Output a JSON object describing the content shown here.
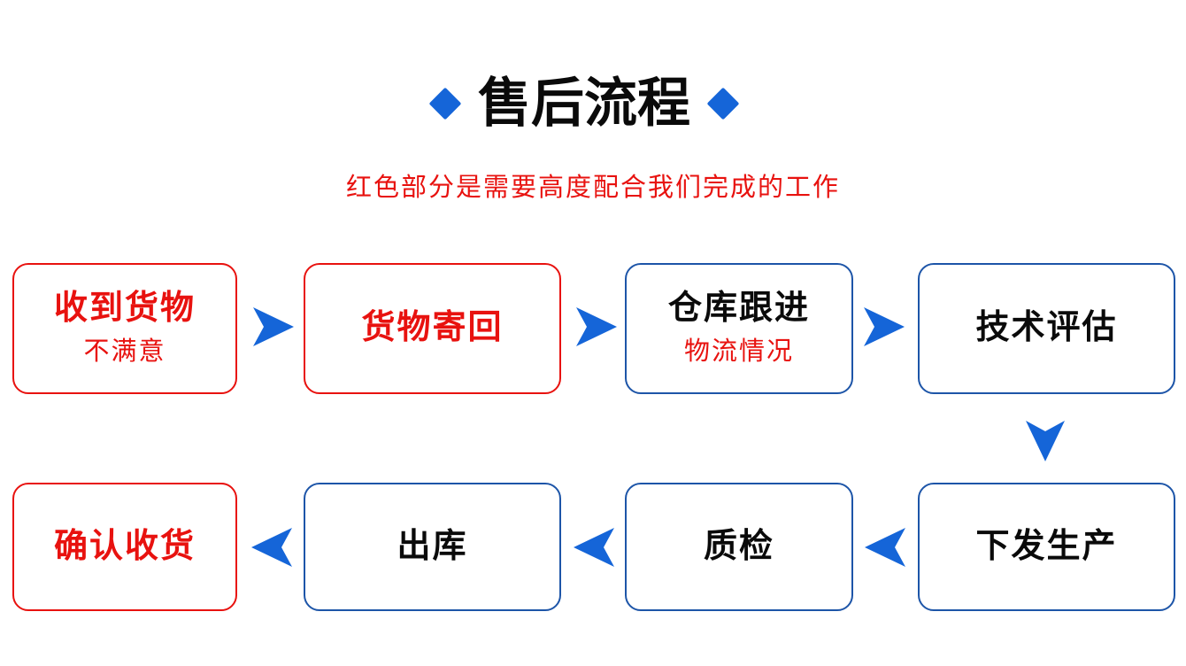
{
  "colors": {
    "accent_blue": "#1565d8",
    "border_blue": "#1d55a8",
    "red": "#e8120f",
    "black": "#0a0a0a",
    "background": "#ffffff"
  },
  "header": {
    "title": "售后流程",
    "subtitle": "红色部分是需要高度配合我们完成的工作"
  },
  "icons": {
    "diamond": "◆",
    "arrow_right": "▶",
    "arrow_left": "◀",
    "arrow_down": "▼"
  },
  "flow": {
    "top_row": [
      {
        "title": "收到货物",
        "subtitle": "不满意"
      },
      {
        "title": "货物寄回"
      },
      {
        "title": "仓库跟进",
        "subtitle": "物流情况"
      },
      {
        "title": "技术评估"
      }
    ],
    "bottom_row": [
      {
        "title": "确认收货"
      },
      {
        "title": "出库"
      },
      {
        "title": "质检"
      },
      {
        "title": "下发生产"
      }
    ]
  }
}
